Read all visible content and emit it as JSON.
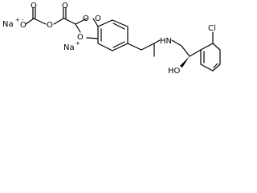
{
  "labels": {
    "sodium_1": "Na",
    "sodium_1_charge": "+",
    "sodium_2": "Na",
    "sodium_2_charge": "+",
    "carboxylate_o_left": "O",
    "carboxylate_o_left_charge": "-",
    "carbonate_o_top": "O",
    "carbonate_o_bridge": "O",
    "ester_o_top": "O",
    "ester_o_right": "O",
    "ring_o_top": "O",
    "ring_o_bottom": "O",
    "amine": "HN",
    "hydroxyl": "HO",
    "chlorine": "Cl"
  }
}
